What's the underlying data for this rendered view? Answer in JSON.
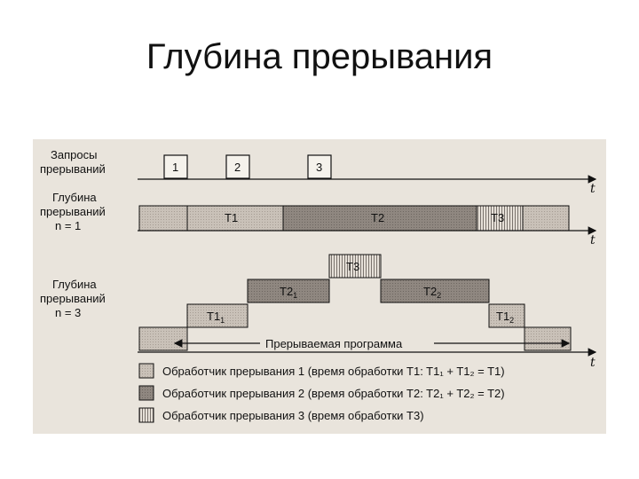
{
  "title": "Глубина прерывания",
  "diagram": {
    "row_labels": {
      "requests": [
        "Запросы",
        "прерываний"
      ],
      "depth1": [
        "Глубина",
        "прерываний",
        "n = 1"
      ],
      "depth3": [
        "Глубина",
        "прерываний",
        "n = 3"
      ]
    },
    "requests": [
      "1",
      "2",
      "3"
    ],
    "axis_label": "t",
    "timeline_n1": [
      "T1",
      "T2",
      "T3"
    ],
    "timeline_n3": {
      "t3": "T3",
      "t2_1": "T2",
      "t2_1_sub": "1",
      "t2_2": "T2",
      "t2_2_sub": "2",
      "t1_1": "T1",
      "t1_1_sub": "1",
      "t1_2": "T1",
      "t1_2_sub": "2"
    },
    "interrupted_program": "Прерываемая программа",
    "legend": [
      "Обработчик прерывания 1 (время обработки T1: T1₁ + T1₂ = T1)",
      "Обработчик прерывания 2 (время обработки T2: T2₁ + T2₂ = T2)",
      "Обработчик прерывания 3 (время обработки T3)"
    ]
  }
}
